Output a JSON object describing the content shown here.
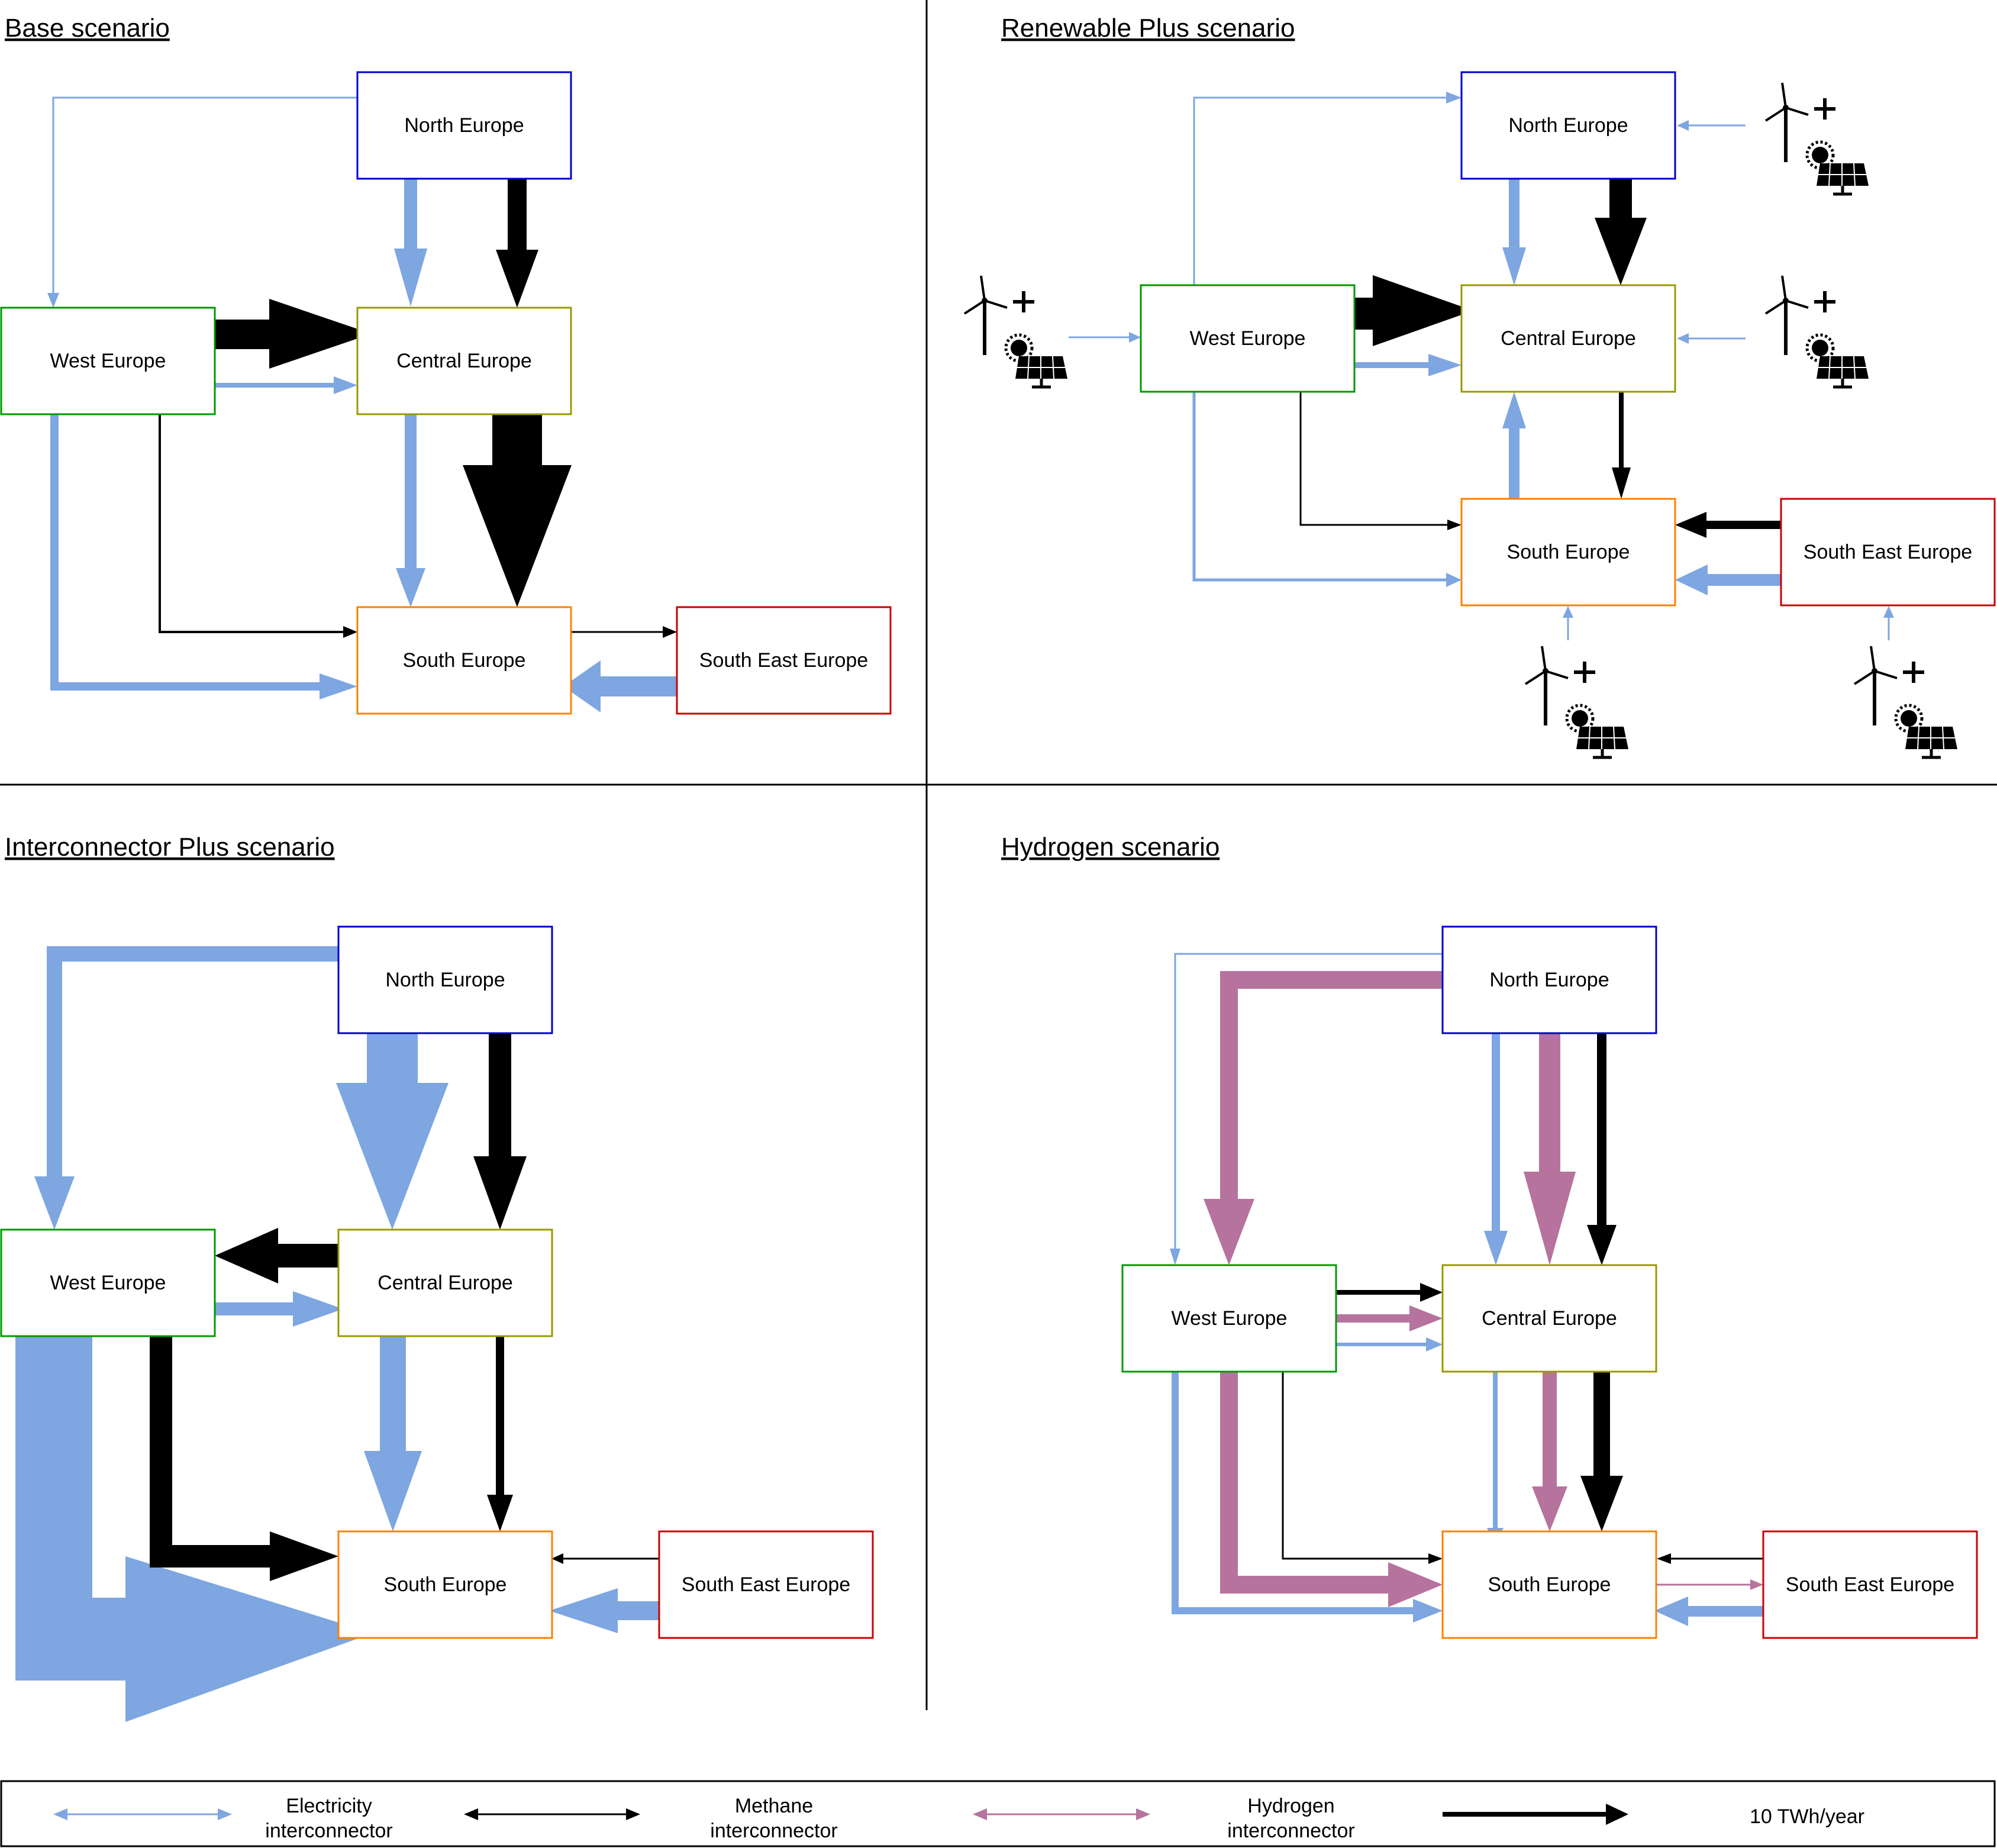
{
  "panels": {
    "base": {
      "title": "Base scenario",
      "nodes": {
        "north": "North Europe",
        "central": "Central Europe",
        "west": "West Europe",
        "south": "South Europe",
        "southeast": "South East Europe"
      }
    },
    "renewable": {
      "title": "Renewable Plus scenario",
      "nodes": {
        "north": "North Europe",
        "central": "Central Europe",
        "west": "West Europe",
        "south": "South Europe",
        "southeast": "South East Europe"
      }
    },
    "interconnector": {
      "title": "Interconnector Plus scenario",
      "nodes": {
        "north": "North Europe",
        "central": "Central Europe",
        "west": "West Europe",
        "south": "South Europe",
        "southeast": "South East Europe"
      }
    },
    "hydrogen": {
      "title": "Hydrogen scenario",
      "nodes": {
        "north": "North Europe",
        "central": "Central Europe",
        "west": "West Europe",
        "south": "South Europe",
        "southeast": "South East Europe"
      }
    }
  },
  "legend": {
    "electricity_line1": "Electricity",
    "electricity_line2": "interconnector",
    "methane_line1": "Methane",
    "methane_line2": "interconnector",
    "hydrogen_line1": "Hydrogen",
    "hydrogen_line2": "interconnector",
    "scale": "10 TWh/year"
  },
  "colors": {
    "electricity": "#7ea6e0",
    "methane": "#000000",
    "hydrogen": "#b5739d",
    "north_border": "#0000cc",
    "central_border": "#999900",
    "west_border": "#009900",
    "south_border": "#ff8000",
    "southeast_border": "#cc0000"
  }
}
